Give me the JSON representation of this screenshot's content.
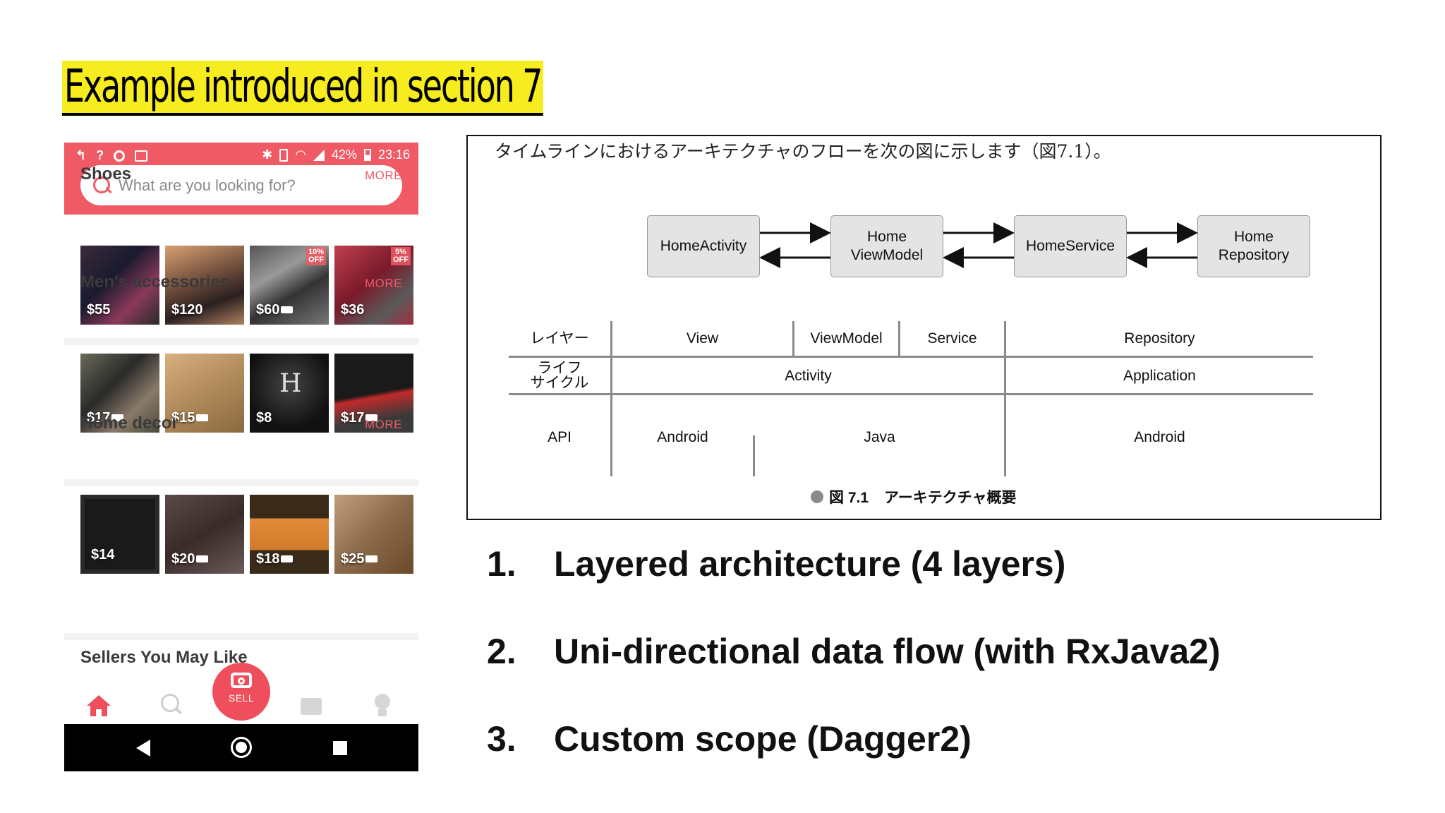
{
  "slide": {
    "title": "Example introduced in section 7"
  },
  "phone": {
    "status": {
      "battery": "42%",
      "time": "23:16"
    },
    "search": {
      "placeholder": "What are you looking for?"
    },
    "sections": [
      {
        "title": "Shoes",
        "more": "MORE",
        "items": [
          {
            "price": "$55",
            "ship": false,
            "badge": ""
          },
          {
            "price": "$120",
            "ship": false,
            "badge": ""
          },
          {
            "price": "$60",
            "ship": true,
            "badge": "10%\nOFF"
          },
          {
            "price": "$36",
            "ship": false,
            "badge": "5%\nOFF"
          }
        ]
      },
      {
        "title": "Men's accessories",
        "more": "MORE",
        "items": [
          {
            "price": "$17",
            "ship": true
          },
          {
            "price": "$15",
            "ship": true
          },
          {
            "price": "$8",
            "ship": false
          },
          {
            "price": "$17",
            "ship": true
          }
        ]
      },
      {
        "title": "Home decor",
        "more": "MORE",
        "items": [
          {
            "price": "$14",
            "ship": false
          },
          {
            "price": "$20",
            "ship": true
          },
          {
            "price": "$18",
            "ship": true
          },
          {
            "price": "$25",
            "ship": true
          }
        ]
      }
    ],
    "sellers_title": "Sellers You May Like",
    "nav": {
      "sell_label": "SELL"
    },
    "colors": {
      "accent": "#ef5a65"
    }
  },
  "figure": {
    "intro_text": "タイムラインにおけるアーキテクチャのフローを次の図に示します（図7.1）。",
    "flow": [
      "HomeActivity",
      "Home\nViewModel",
      "HomeService",
      "Home\nRepository"
    ],
    "table": {
      "row_headers": [
        "レイヤー",
        "ライフ\nサイクル",
        "API"
      ],
      "layer": [
        "View",
        "ViewModel",
        "Service",
        "Repository"
      ],
      "lifecycle": [
        "Activity",
        "Application"
      ],
      "api": [
        "Android",
        "Java",
        "Android"
      ]
    },
    "caption": {
      "number": "図 7.1",
      "text": "アーキテクチャ概要"
    }
  },
  "points": [
    {
      "num": "1.",
      "text": "Layered architecture (4 layers)"
    },
    {
      "num": "2.",
      "text": "Uni-directional data flow (with RxJava2)"
    },
    {
      "num": "3.",
      "text": "Custom scope (Dagger2)"
    }
  ]
}
